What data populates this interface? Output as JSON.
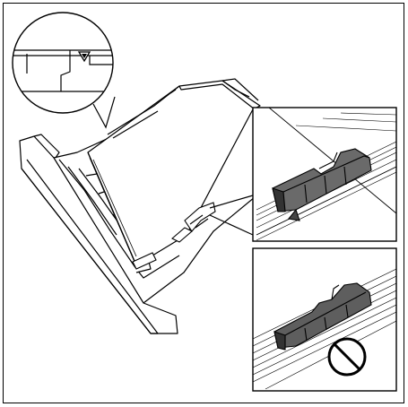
{
  "figure": {
    "subject": "paper-tray-loading-illustration",
    "callouts": [
      {
        "name": "paper-limit-mark-magnified",
        "icon": "triangle-down-limit-mark"
      },
      {
        "name": "paper-guide-correct-position",
        "icon": "paper-guide"
      },
      {
        "name": "paper-guide-incorrect-position",
        "icon": "prohibited-sign"
      }
    ],
    "colors": {
      "line": "#000000",
      "fill": "#ffffff",
      "guide": "#666666",
      "guide_dark": "#3a3a3a"
    }
  }
}
